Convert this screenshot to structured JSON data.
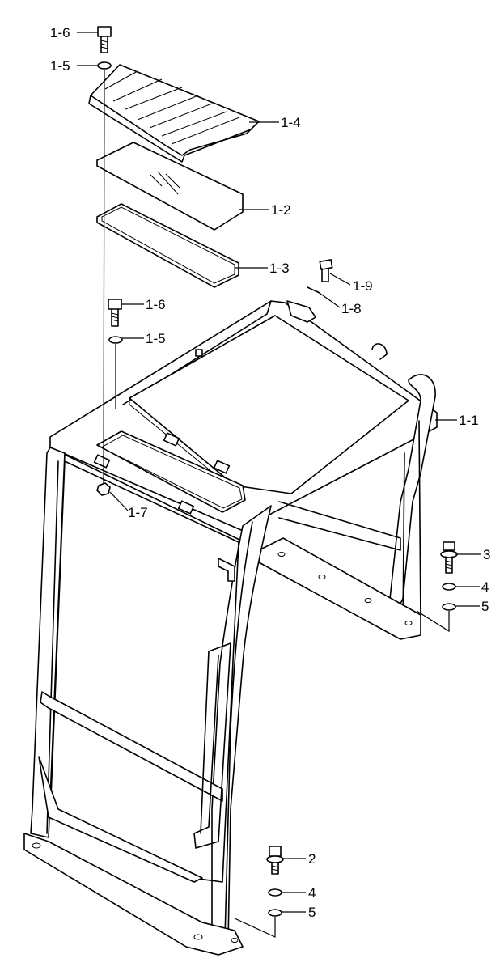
{
  "callouts": {
    "c1": "1-6",
    "c2": "1-5",
    "c3": "1-4",
    "c4": "1-2",
    "c5": "1-3",
    "c6": "1-9",
    "c7": "1-8",
    "c8": "1-6",
    "c9": "1-5",
    "c10": "1-1",
    "c11": "1-7",
    "c12": "3",
    "c13": "4",
    "c14": "5",
    "c15": "2",
    "c16": "4",
    "c17": "5"
  }
}
